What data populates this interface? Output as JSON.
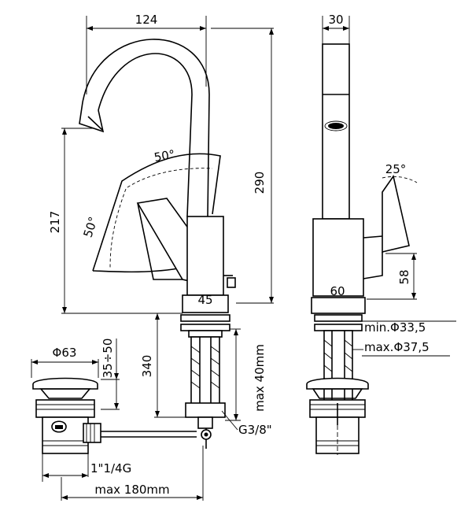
{
  "dimensions": {
    "top_width": "124",
    "total_height": "290",
    "spout_height": "217",
    "swivel_top": "50°",
    "swivel_left": "50°",
    "base_diameter": "45",
    "shank_length": "340",
    "max_thickness": "max 40mm",
    "thread": "G3/8\"",
    "waste_diameter": "Φ63",
    "waste_height": "35÷50",
    "waste_thread": "1\"1/4G",
    "max_reach": "max 180mm",
    "side_width": "30",
    "lever_tilt": "25°",
    "body_depth": "60",
    "body_height": "58",
    "hole_min": "min.Φ33,5",
    "hole_max": "max.Φ37,5"
  },
  "colors": {
    "line": "#000000",
    "background": "#ffffff"
  }
}
